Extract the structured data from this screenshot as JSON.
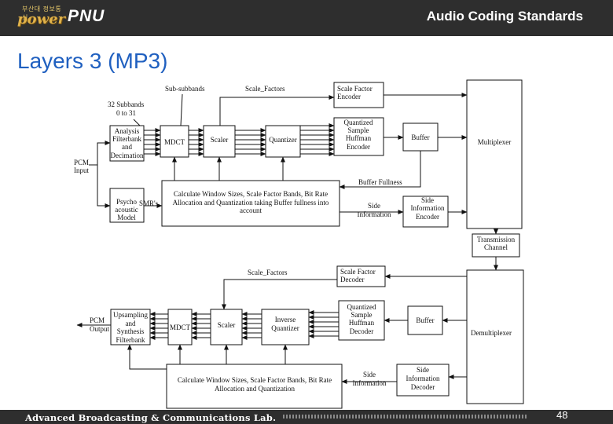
{
  "header": {
    "logo_small": "부산대 정보통신",
    "logo_power": "power",
    "brand": "PNU",
    "title": "Audio Coding Standards"
  },
  "slide": {
    "title": "Layers 3 (MP3)"
  },
  "diagram": {
    "encoder": {
      "sub_subbands": "Sub-subbands",
      "scale_factors": "Scale_Factors",
      "subbands_line1": "32 Subbands",
      "subbands_line2": "0 to 31",
      "pcm_input_line1": "PCM",
      "pcm_input_line2": "Input",
      "analysis": [
        "Analysis",
        "Filterbank",
        "and",
        "Decimation"
      ],
      "mdct": "MDCT",
      "scaler": "Scaler",
      "quantizer": "Quantizer",
      "scale_factor_encoder": [
        "Scale Factor",
        "Encoder"
      ],
      "huffman_encoder": [
        "Quantized",
        "Sample",
        "Huffman",
        "Encoder"
      ],
      "buffer": "Buffer",
      "multiplexer": "Multiplexer",
      "buffer_fullness": "Buffer Fullness",
      "psycho": [
        "Psycho",
        "acoustic",
        "Model"
      ],
      "smrs": "SMR's",
      "calc": [
        "Calculate Window Sizes, Scale Factor Bands, Bit Rate",
        "Allocation and Quantization taking Buffer fullness into",
        "account"
      ],
      "side_information": [
        "Side",
        "Information"
      ],
      "side_info_encoder": [
        "Side",
        "Information",
        "Encoder"
      ]
    },
    "channel": [
      "Transmission",
      "Channel"
    ],
    "decoder": {
      "scale_factors": "Scale_Factors",
      "scale_factor_decoder": [
        "Scale Factor",
        "Decoder"
      ],
      "pcm_output_line1": "PCM",
      "pcm_output_line2": "Output",
      "upsampling": [
        "Upsampling",
        "and",
        "Synthesis",
        "Filterbank"
      ],
      "mdct": "MDCT",
      "scaler": "Scaler",
      "inverse_quantizer": [
        "Inverse",
        "Quantizer"
      ],
      "huffman_decoder": [
        "Quantized",
        "Sample",
        "Huffman",
        "Decoder"
      ],
      "buffer": "Buffer",
      "demultiplexer": "Demultiplexer",
      "calc": [
        "Calculate Window Sizes, Scale Factor Bands, Bit Rate",
        "Allocation and Quantization"
      ],
      "side_information": [
        "Side",
        "Information"
      ],
      "side_info_decoder": [
        "Side",
        "Information",
        "Decoder"
      ]
    }
  },
  "footer": {
    "lab": "Advanced Broadcasting & Communications Lab.",
    "page": "48"
  }
}
